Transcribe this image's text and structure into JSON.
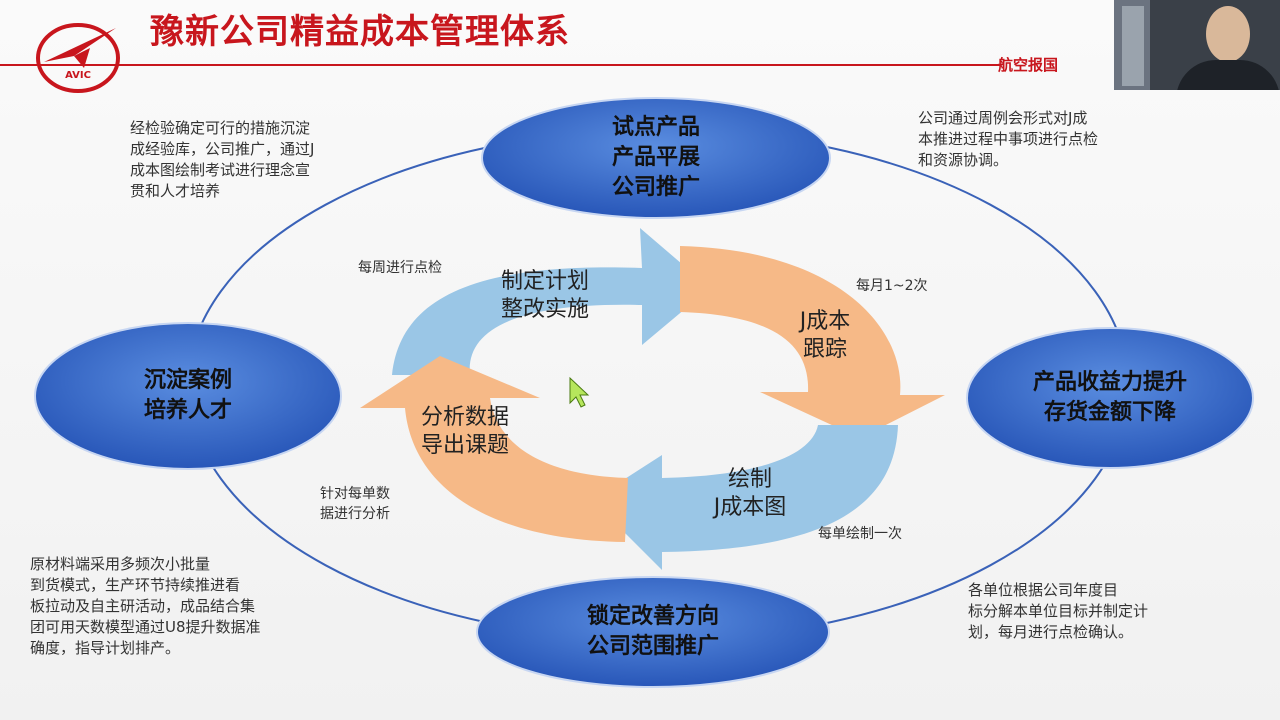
{
  "header": {
    "title": "豫新公司精益成本管理体系",
    "slogan": "航空报国",
    "logo_text": "AVIC"
  },
  "nodes": {
    "top": "试点产品\n产品平展\n公司推广",
    "right": "产品收益力提升\n存货金额下降",
    "bottom": "锁定改善方向\n公司范围推广",
    "left": "沉淀案例\n培养人才"
  },
  "cycle": {
    "plan": "制定计划\n整改实施",
    "track": "J成本\n跟踪",
    "draw": "绘制\nJ成本图",
    "analyze": "分析数据\n导出课题"
  },
  "frequency_labels": {
    "weekly": "每周进行点检",
    "monthly": "每月1~2次",
    "per_order_draw": "每单绘制一次",
    "per_order_analysis": "针对每单数\n据进行分析"
  },
  "notes": {
    "top_left": "经检验确定可行的措施沉淀\n成经验库，公司推广，通过J\n成本图绘制考试进行理念宣\n贯和人才培养",
    "top_right": "公司通过周例会形式对J成\n本推进过程中事项进行点检\n和资源协调。",
    "bottom_left": "原材料端采用多频次小批量\n到货模式，生产环节持续推进看\n板拉动及自主研活动，成品结合集\n团可用天数模型通过U8提升数据准\n确度，指导计划排产。",
    "bottom_right": "各单位根据公司年度目\n标分解本单位目标并制定计\n划，每月进行点检确认。"
  },
  "colors": {
    "title_red": "#c8161d",
    "ellipse_blue": "#2e5fc0",
    "arrow_blue": "#9ac6e6",
    "arrow_orange": "#f6b987"
  }
}
